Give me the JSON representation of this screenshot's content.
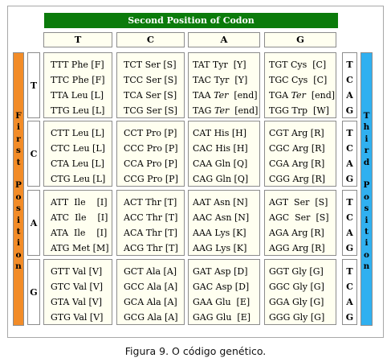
{
  "header": {
    "title": "Second Position of Codon"
  },
  "second_positions": [
    "T",
    "C",
    "A",
    "G"
  ],
  "first_position_label": "F\ni\nr\ns\nt\n\nP\no\ns\ni\nt\ni\no\nn",
  "third_position_label": "T\nh\ni\nr\nd\n\nP\no\ns\ni\nt\ni\no\nn",
  "third_bases": [
    "T",
    "C",
    "A",
    "G"
  ],
  "rows": [
    {
      "first": "T",
      "cells": [
        [
          "TTT Phe [F]",
          "TTC Phe [F]",
          "TTA Leu [L]",
          "TTG Leu [L]"
        ],
        [
          "TCT Ser [S]",
          "TCC Ser [S]",
          "TCA Ser [S]",
          "TCG Ser [S]"
        ],
        [
          "TAT Tyr  [Y]",
          "TAC Tyr  [Y]",
          "TAA Ter  [end]",
          "TAG Ter  [end]"
        ],
        [
          "TGT Cys  [C]",
          "TGC Cys  [C]",
          "TGA Ter  [end]",
          "TGG Trp  [W]"
        ]
      ]
    },
    {
      "first": "C",
      "cells": [
        [
          "CTT Leu [L]",
          "CTC Leu [L]",
          "CTA Leu [L]",
          "CTG Leu [L]"
        ],
        [
          "CCT Pro [P]",
          "CCC Pro [P]",
          "CCA Pro [P]",
          "CCG Pro [P]"
        ],
        [
          "CAT His [H]",
          "CAC His [H]",
          "CAA Gln [Q]",
          "CAG Gln [Q]"
        ],
        [
          "CGT Arg [R]",
          "CGC Arg [R]",
          "CGA Arg [R]",
          "CGG Arg [R]"
        ]
      ]
    },
    {
      "first": "A",
      "cells": [
        [
          "ATT  Ile    [I]",
          "ATC  Ile    [I]",
          "ATA  Ile    [I]",
          "ATG Met [M]"
        ],
        [
          "ACT Thr [T]",
          "ACC Thr [T]",
          "ACA Thr [T]",
          "ACG Thr [T]"
        ],
        [
          "AAT Asn [N]",
          "AAC Asn [N]",
          "AAA Lys [K]",
          "AAG Lys [K]"
        ],
        [
          "AGT  Ser  [S]",
          "AGC  Ser  [S]",
          "AGA Arg [R]",
          "AGG Arg [R]"
        ]
      ]
    },
    {
      "first": "G",
      "cells": [
        [
          "GTT Val [V]",
          "GTC Val [V]",
          "GTA Val [V]",
          "GTG Val [V]"
        ],
        [
          "GCT Ala [A]",
          "GCC Ala [A]",
          "GCA Ala [A]",
          "GCG Ala [A]"
        ],
        [
          "GAT Asp [D]",
          "GAC Asp [D]",
          "GAA Glu  [E]",
          "GAG Glu  [E]"
        ],
        [
          "GGT Gly [G]",
          "GGC Gly [G]",
          "GGA Gly [G]",
          "GGG Gly [G]"
        ]
      ]
    }
  ],
  "caption": "Figura 9. O código genético.",
  "colors": {
    "header_bg": "#0b7b0b",
    "first_stripe": "#f28c28",
    "third_stripe": "#30b0f0",
    "cell_bg": "#fffff0"
  }
}
